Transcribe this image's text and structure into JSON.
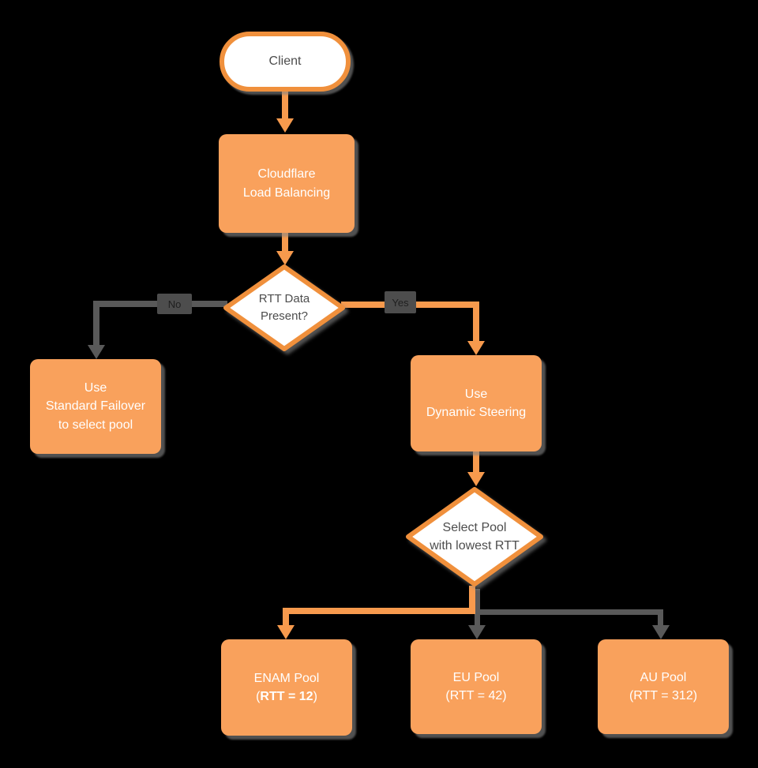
{
  "diagram_title": "Cloudflare Load Balancing decision flowchart",
  "theme": {
    "bg": "#000000",
    "orange-fill": "#F9A15C",
    "orange-stroke": "#F0903C",
    "connector-orange": "#F79A4D",
    "connector-gray": "#595959",
    "node-text-dark": "#4D4D4D",
    "node-text-light": "#FFFFFF",
    "label-bg": "#4D4D4D",
    "label-text": "#1F1F1F"
  },
  "nodes": {
    "client": {
      "lines": [
        "Client"
      ]
    },
    "cloudflare_lb": {
      "lines": [
        "Cloudflare",
        "Load Balancing"
      ]
    },
    "rtt_decision": {
      "lines": [
        "RTT Data",
        "Present?"
      ]
    },
    "standard_failover": {
      "lines": [
        "Use",
        "Standard Failover",
        "to select pool"
      ]
    },
    "dynamic_steering": {
      "lines": [
        "Use",
        "Dynamic Steering"
      ]
    },
    "select_pool": {
      "lines": [
        "Select Pool",
        "with lowest RTT"
      ]
    },
    "enam_pool": {
      "line1": "ENAM Pool",
      "line2_prefix": "(",
      "line2_bold": "RTT = 12",
      "line2_suffix": ")"
    },
    "eu_pool": {
      "line1": "EU Pool",
      "line2": "(RTT = 42)"
    },
    "au_pool": {
      "line1": "AU Pool",
      "line2": "(RTT = 312)"
    }
  },
  "edge_labels": {
    "no": "No",
    "yes": "Yes"
  }
}
